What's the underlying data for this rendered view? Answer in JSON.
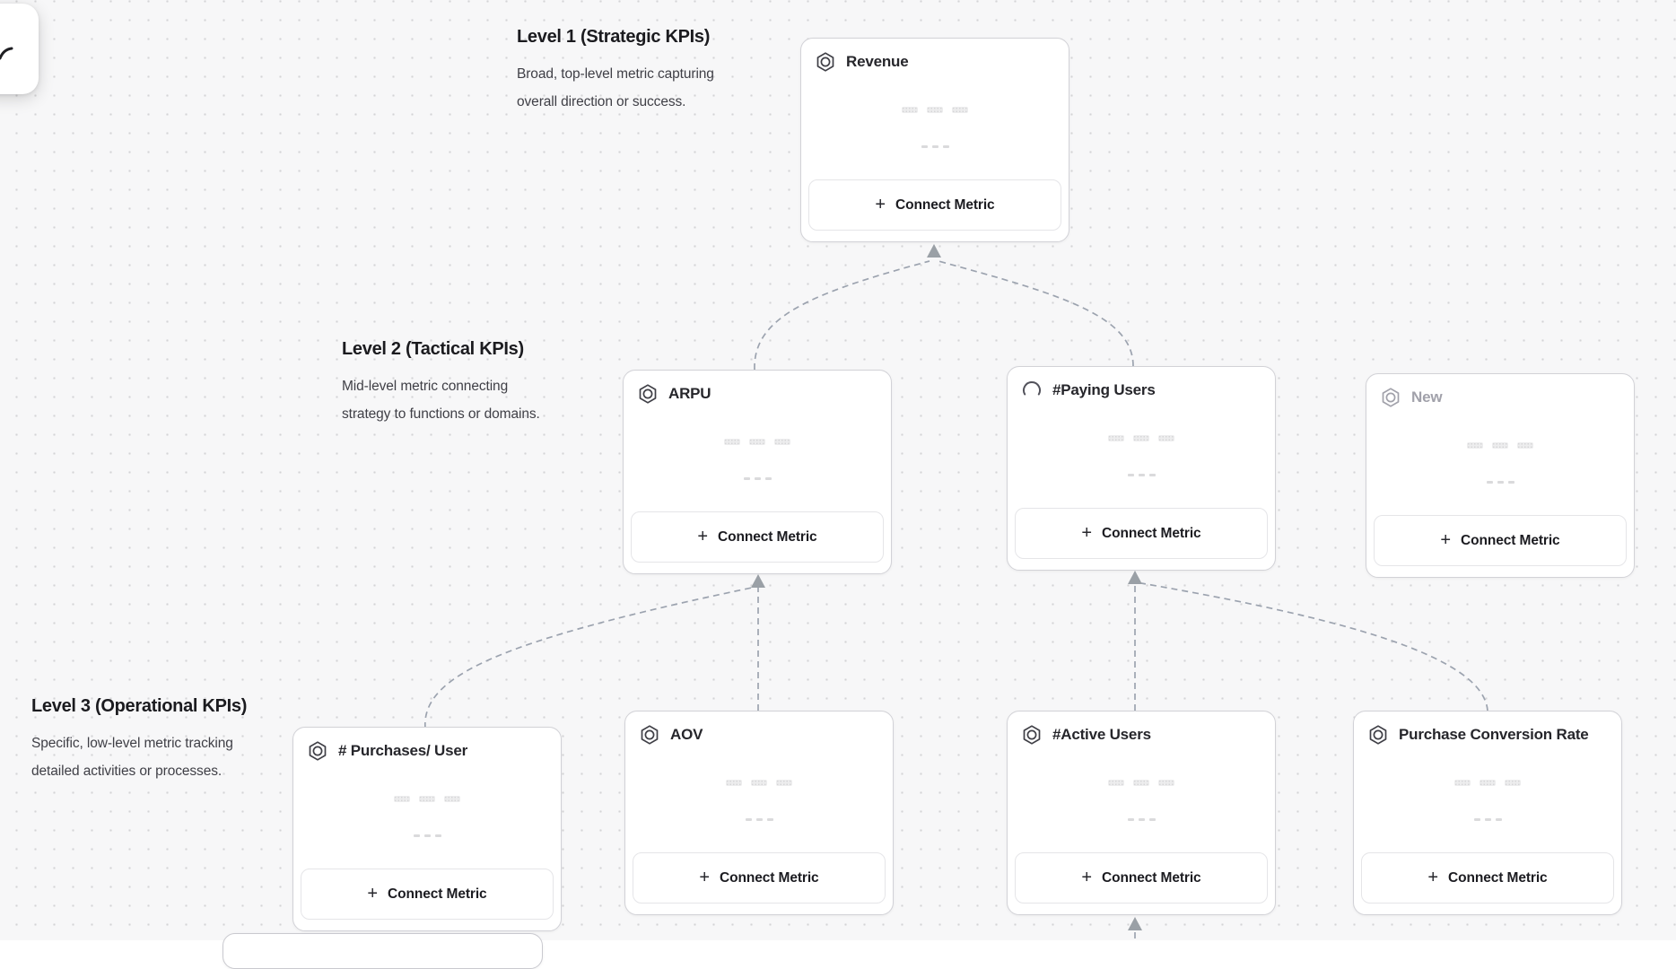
{
  "canvas": {
    "background_color": "#f7f7f8",
    "dot_color": "#d4d4d6",
    "connector_color": "#9ca3af",
    "arrow_color": "#9aa0a6",
    "card_border_color": "#d2d2d7"
  },
  "ui": {
    "plus": "+"
  },
  "levels": [
    {
      "title": "Level 1 (Strategic KPIs)",
      "description_line1": "Broad, top-level metric capturing",
      "description_line2": "overall direction or success."
    },
    {
      "title": "Level 2 (Tactical KPIs)",
      "description_line1": "Mid-level metric connecting",
      "description_line2": "strategy to functions or domains."
    },
    {
      "title": "Level 3 (Operational KPIs)",
      "description_line1": "Specific, low-level metric tracking",
      "description_line2": "detailed activities or processes."
    }
  ],
  "cards": [
    {
      "title": "Revenue",
      "icon": "hexagon-badge-icon",
      "muted": false,
      "button_label": "Connect Metric"
    },
    {
      "title": "ARPU",
      "icon": "hexagon-badge-icon",
      "muted": false,
      "button_label": "Connect Metric"
    },
    {
      "title": "#Paying Users",
      "icon": "spinner-icon",
      "muted": false,
      "button_label": "Connect Metric"
    },
    {
      "title": "New",
      "icon": "hexagon-badge-icon",
      "muted": true,
      "button_label": "Connect Metric"
    },
    {
      "title": "# Purchases/ User",
      "icon": "hexagon-badge-icon",
      "muted": false,
      "button_label": "Connect Metric"
    },
    {
      "title": "AOV",
      "icon": "hexagon-badge-icon",
      "muted": false,
      "button_label": "Connect Metric"
    },
    {
      "title": "#Active Users",
      "icon": "hexagon-badge-icon",
      "muted": false,
      "button_label": "Connect Metric"
    },
    {
      "title": "Purchase Conversion Rate",
      "icon": "hexagon-badge-icon",
      "muted": false,
      "button_label": "Connect Metric"
    }
  ]
}
